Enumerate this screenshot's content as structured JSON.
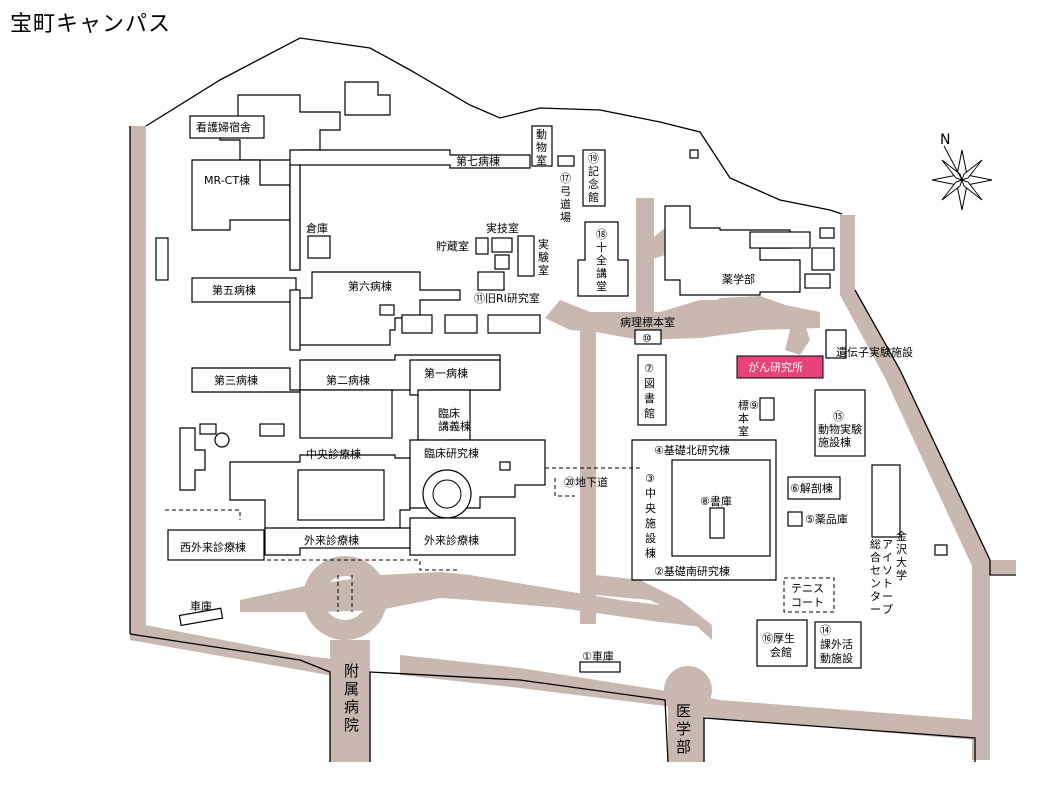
{
  "title": "宝町キャンパス",
  "compass": {
    "label": "N"
  },
  "highlight": {
    "label": "がん研究所",
    "color": "#e8427a"
  },
  "colors": {
    "road": "#c8b8af"
  },
  "buildings": {
    "kango": "看護婦宿舎",
    "mrct": "MR-CT棟",
    "dai7": "第七病棟",
    "dai5": "第五病棟",
    "souko": "倉庫",
    "dai6": "第六病棟",
    "jitsugi": "実技室",
    "chozo": "貯蔵室",
    "jikken": "実験室",
    "ri": "⑪旧RI研究室",
    "doubutsu": "動物室",
    "kyudo": "⑰弓道場",
    "kinen": "⑲記念館",
    "juzen": "⑱十全講堂",
    "yakugaku": "薬学部",
    "byouri": "病理標本室",
    "no10": "⑩",
    "toshokan": "⑦図書館",
    "idenshi": "遺伝子実験施設",
    "hyohon": "標本室⑨",
    "doubutsu15": "⑮動物実験施設棟",
    "dai3": "第三病棟",
    "dai2": "第二病棟",
    "dai1": "第一病棟",
    "rinsho_kogi": "臨床講義棟",
    "chuo_shinryo": "中央診療棟",
    "rinsho_kenkyu": "臨床研究棟",
    "chikado": "⑳地下道",
    "kiso_kita": "④基礎北研究棟",
    "chuo_shisetsu": "③中央施設棟",
    "shoko": "⑧書庫",
    "kaibo": "⑥解剖棟",
    "yakuhin": "⑤薬品庫",
    "kiso_minami": "②基礎南研究棟",
    "isotope": "金沢大学アイソトープ総合センター",
    "tennis": "テニスコート",
    "nishi_gairai": "西外来診療棟",
    "gairai1": "外来診療棟",
    "gairai2": "外来診療棟",
    "shako1": "車庫",
    "shako2": "①車庫",
    "kosei": "⑯厚生会館",
    "kagai": "⑭課外活動施設",
    "fuzoku": "附属病院",
    "igakubu": "医学部"
  }
}
